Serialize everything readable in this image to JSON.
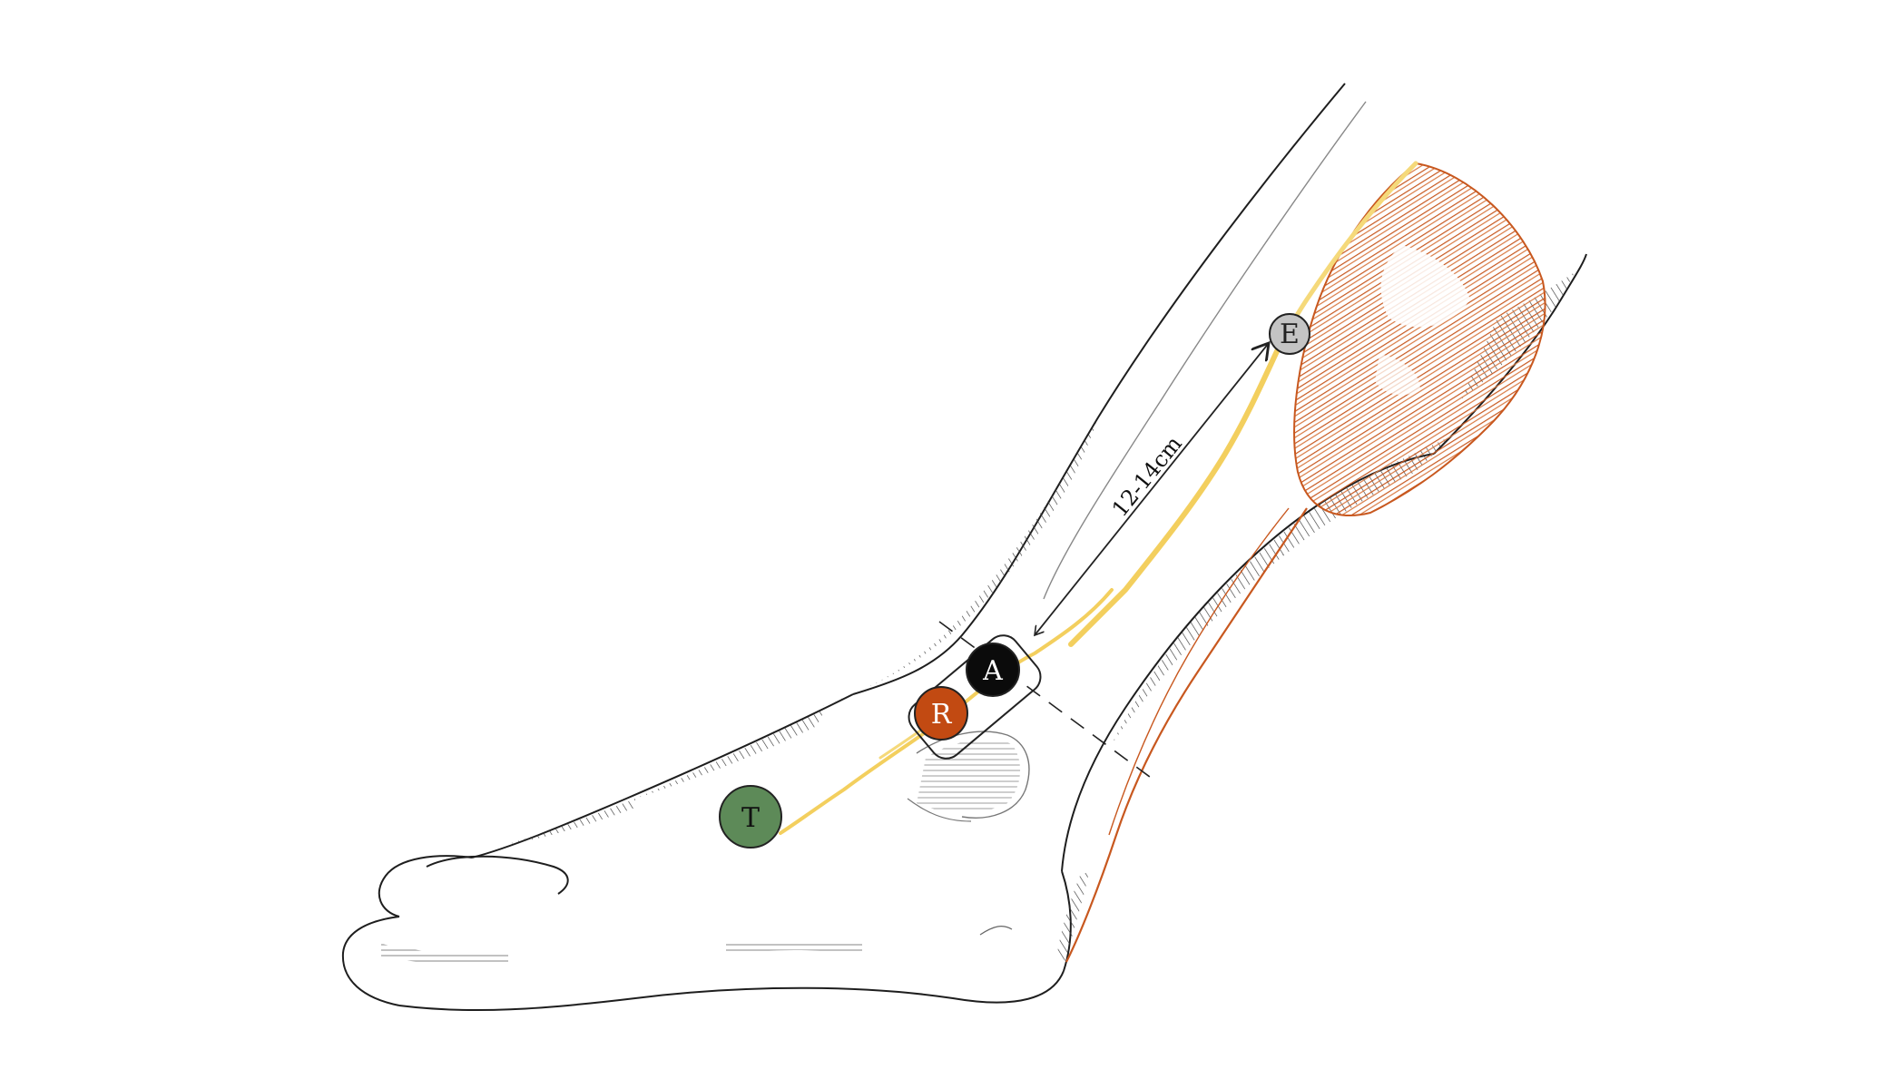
{
  "diagram": {
    "measurement_label": "12-14cm",
    "markers": [
      {
        "id": "E",
        "label": "E",
        "fill": "#c4c4c4",
        "text_color": "#222222"
      },
      {
        "id": "A",
        "label": "A",
        "fill": "#0b0b0b",
        "text_color": "#ffffff"
      },
      {
        "id": "R",
        "label": "R",
        "fill": "#c24a12",
        "text_color": "#ffffff"
      },
      {
        "id": "T",
        "label": "T",
        "fill": "#5d8a58",
        "text_color": "#111111"
      }
    ],
    "colors": {
      "outline": "#222222",
      "nerve": "#f3cf5e",
      "muscle": "#c8581f",
      "hatch": "#333333",
      "bone": "#9a9a9a"
    }
  }
}
